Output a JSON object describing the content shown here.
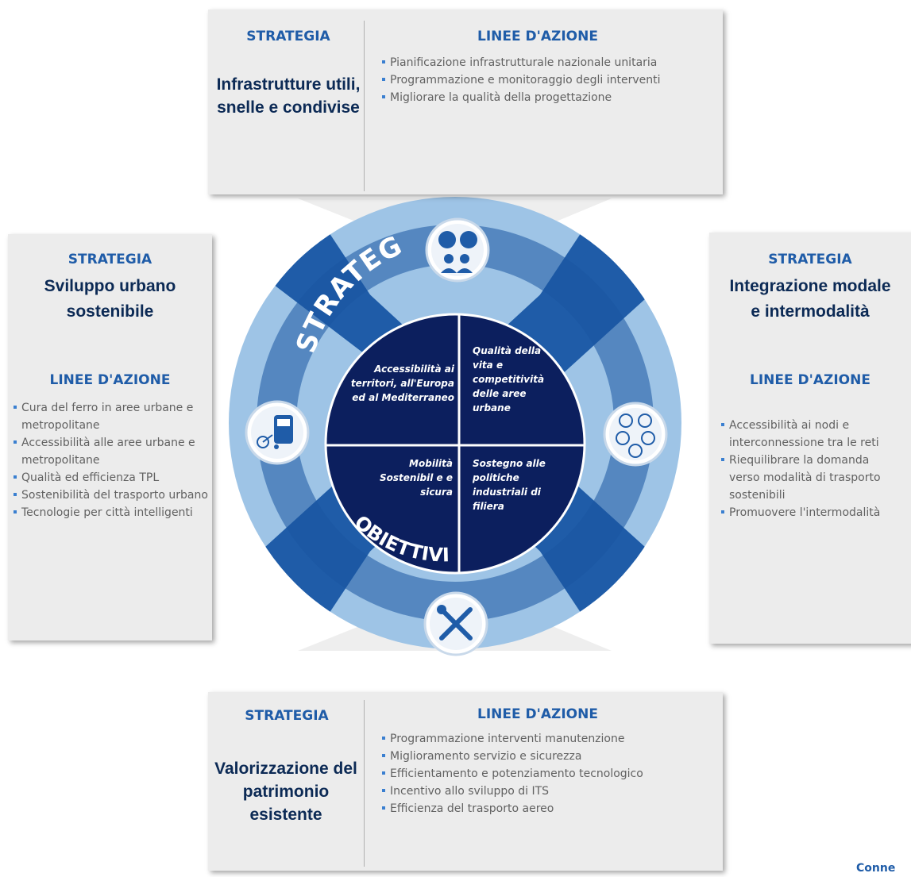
{
  "wheel": {
    "ring_label": "STRATEGIE",
    "core_label": "OBIETTIVI",
    "colors": {
      "ring_dark": "#1f5ca8",
      "ring_light": "#9ec4e6",
      "core": "#0c1f5e",
      "box_bg": "#ececec",
      "heading_blue": "#1f5ca8",
      "title_navy": "#0c2a55"
    },
    "icons": {
      "top": "meeting-people-icon",
      "left": "train-bicycle-icon",
      "right": "intermodal-transport-icon",
      "bottom": "tools-icon"
    }
  },
  "objectives": {
    "q1": "Accessibilità ai territori, all'Europa ed al Mediterraneo",
    "q2": "Qualità della vita e competitività delle aree urbane",
    "q3": "Mobilità Sostenibil e e sicura",
    "q4": "Sostegno alle politiche industriali di filiera"
  },
  "top": {
    "strategy_label": "STRATEGIA",
    "title": "Infrastrutture utili, snelle e condivise",
    "actions_label": "LINEE D'AZIONE",
    "items": [
      "Pianificazione infrastrutturale nazionale unitaria",
      "Programmazione e monitoraggio degli interventi",
      "Migliorare la qualità della progettazione"
    ]
  },
  "left": {
    "strategy_label": "STRATEGIA",
    "title": "Sviluppo urbano sostenibile",
    "actions_label": "LINEE D'AZIONE",
    "items": [
      "Cura del ferro in aree urbane e metropolitane",
      "Accessibilità alle aree urbane e metropolitane",
      "Qualità ed efficienza TPL",
      "Sostenibilità del trasporto urbano",
      "Tecnologie per città intelligenti"
    ]
  },
  "right": {
    "strategy_label": "STRATEGIA",
    "title": "Integrazione modale e intermodalità",
    "actions_label": "LINEE D'AZIONE",
    "items": [
      "Accessibilità ai nodi e interconnessione tra le reti",
      "Riequilibrare la domanda verso modalità di trasporto sostenibili",
      "Promuovere l'intermodalità"
    ]
  },
  "bottom": {
    "strategy_label": "STRATEGIA",
    "title": "Valorizzazione del patrimonio esistente",
    "actions_label": "LINEE D'AZIONE",
    "items": [
      "Programmazione interventi manutenzione",
      "Miglioramento servizio e sicurezza",
      "Efficientamento e potenziamento tecnologico",
      "Incentivo allo sviluppo di ITS",
      "Efficienza del trasporto aereo"
    ]
  },
  "footer": {
    "link_text": "Conne"
  }
}
